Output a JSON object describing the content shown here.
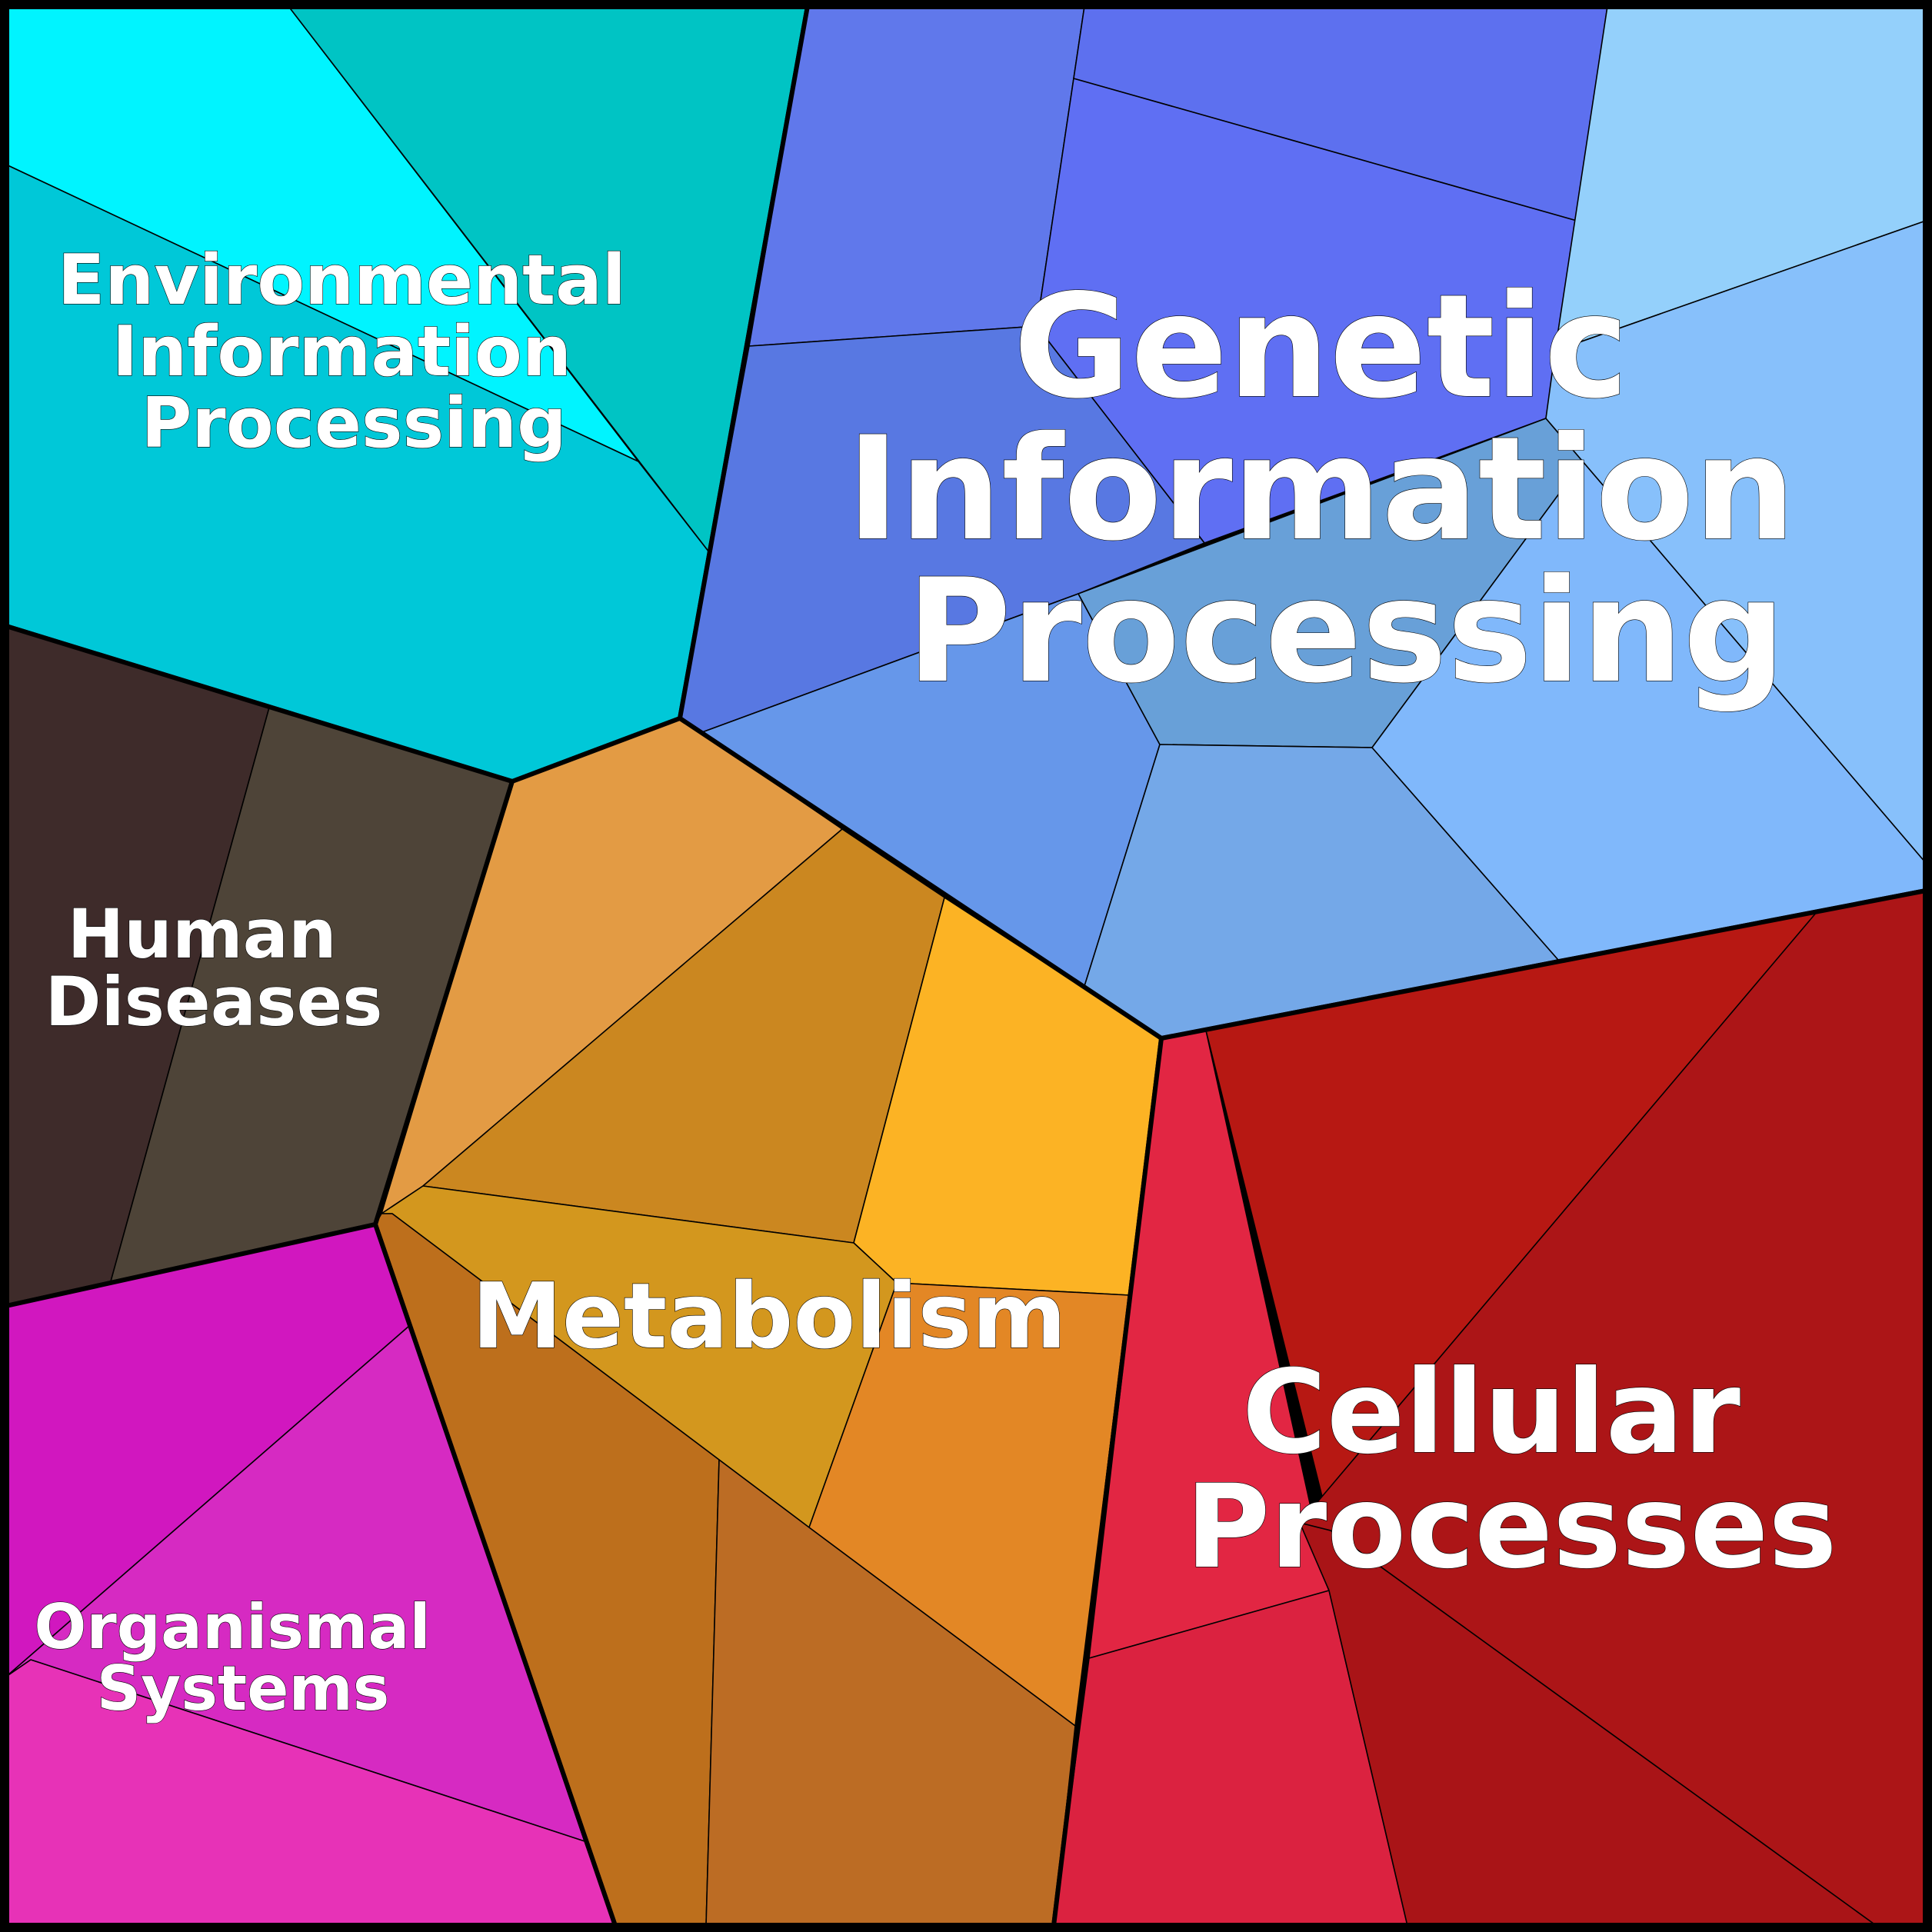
{
  "diagram": {
    "type": "voronoi-treemap",
    "categories": [
      {
        "id": "environmental-information-processing",
        "lines": [
          "Environmental",
          "Information",
          "Processing"
        ],
        "colors": [
          "#00f4ff",
          "#00c4c4",
          "#00c8d8",
          "#00cedd"
        ]
      },
      {
        "id": "genetic-information-processing",
        "lines": [
          "Genetic",
          "Information",
          "Processing"
        ],
        "colors": [
          "#6078eb",
          "#5d70ef",
          "#5f6ff3",
          "#5878e2",
          "#6697ea",
          "#68a0d8",
          "#74a8e8",
          "#80b8fb",
          "#94d0fb",
          "#87c0fb"
        ]
      },
      {
        "id": "human-diseases",
        "lines": [
          "Human",
          "Diseases"
        ],
        "colors": [
          "#3e2b2a",
          "#4e4438"
        ]
      },
      {
        "id": "metabolism",
        "lines": [
          "Metabolism"
        ],
        "colors": [
          "#e39b44",
          "#cb8720",
          "#fcb324",
          "#d3971e",
          "#e38725",
          "#bd6f1c",
          "#bc6c24"
        ]
      },
      {
        "id": "organismal-systems",
        "lines": [
          "Organismal",
          "Systems"
        ],
        "colors": [
          "#d117bf",
          "#d62ac2",
          "#e732b7"
        ]
      },
      {
        "id": "cellular-processes",
        "lines": [
          "Cellular",
          "Processes"
        ],
        "colors": [
          "#e22643",
          "#db2240",
          "#b71813",
          "#ac1517",
          "#a91417"
        ]
      }
    ]
  }
}
